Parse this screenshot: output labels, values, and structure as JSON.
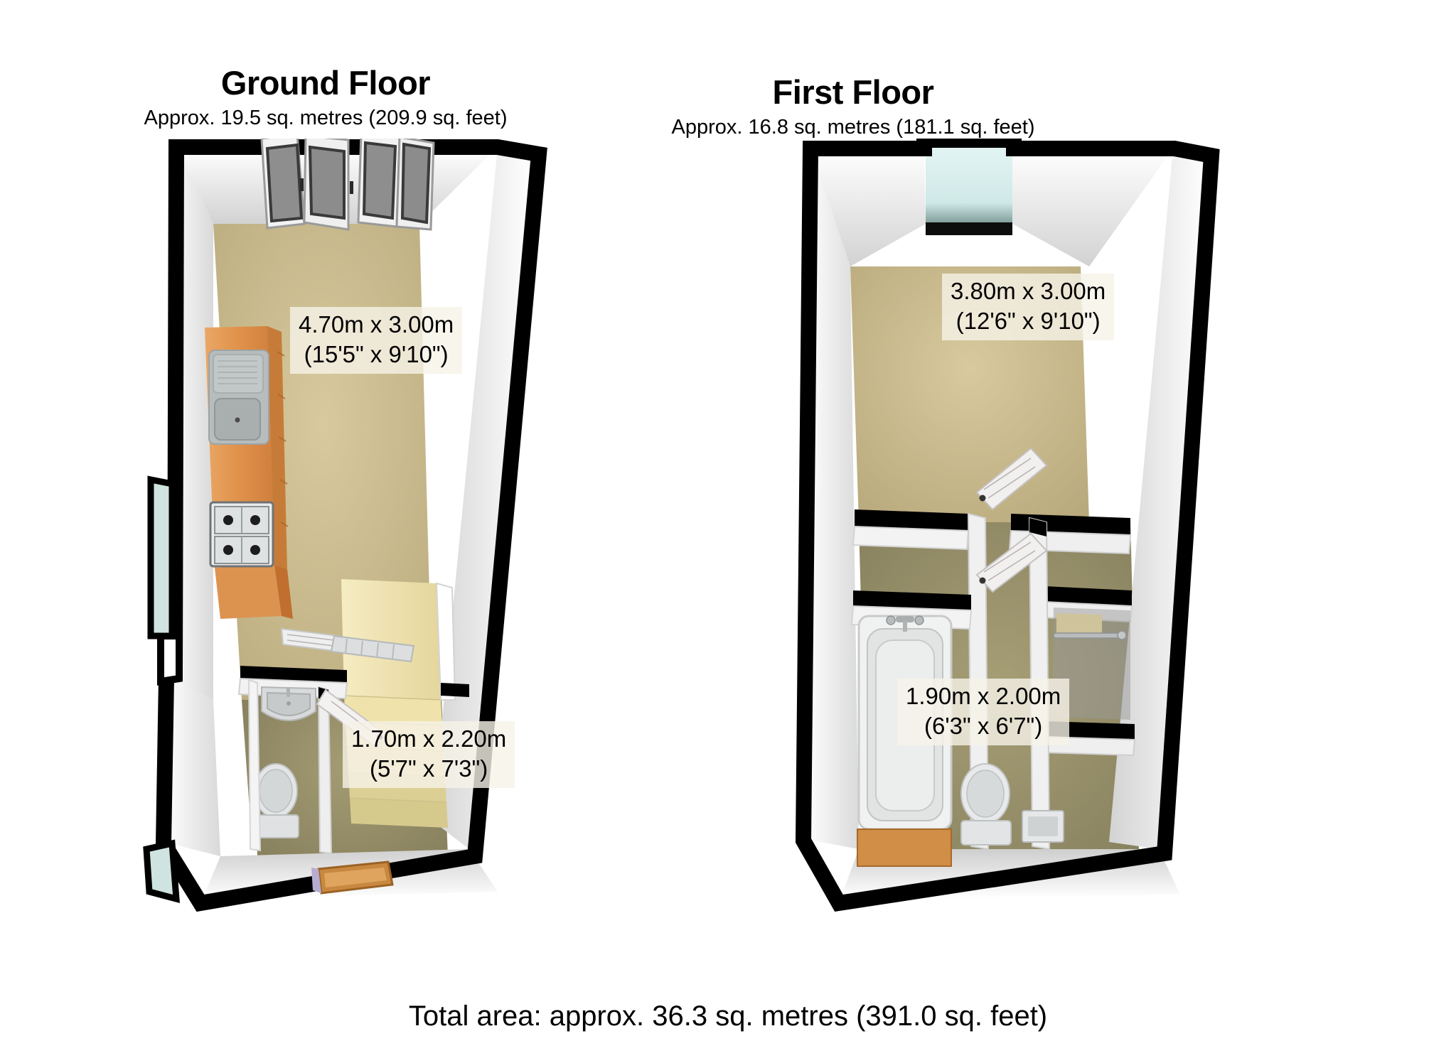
{
  "document": {
    "type": "floor-plan",
    "total_area_label": "Total area: approx. 36.3 sq. metres (391.0 sq. feet)"
  },
  "floors": [
    {
      "id": "ground",
      "title": "Ground Floor",
      "area_label": "Approx. 19.5 sq. metres (209.9 sq. feet)",
      "area_sq_metres": "19.5",
      "area_sq_feet": "209.9",
      "rooms": [
        {
          "id": "living-kitchen",
          "dim_metric": "4.70m x 3.00m",
          "dim_imperial": "(15'5\" x 9'10\")",
          "fixtures": [
            "french-doors",
            "kitchen-counter",
            "sink",
            "gas-hob",
            "staircase"
          ]
        },
        {
          "id": "hall-wc",
          "dim_metric": "1.70m x 2.20m",
          "dim_imperial": "(5'7\" x 7'3\")",
          "fixtures": [
            "wash-basin",
            "toilet",
            "door",
            "radiator",
            "front-door"
          ]
        }
      ]
    },
    {
      "id": "first",
      "title": "First Floor",
      "area_label": "Approx. 16.8 sq. metres (181.1 sq. feet)",
      "area_sq_metres": "16.8",
      "area_sq_feet": "181.1",
      "rooms": [
        {
          "id": "bedroom",
          "dim_metric": "3.80m x 3.00m",
          "dim_imperial": "(12'6\" x 9'10\")",
          "fixtures": [
            "window"
          ]
        },
        {
          "id": "bathroom",
          "dim_metric": "1.90m x 2.00m",
          "dim_imperial": "(6'3\" x 6'7\")",
          "fixtures": [
            "bath-tub",
            "toilet",
            "vanity-unit",
            "door"
          ]
        },
        {
          "id": "airing-cupboard",
          "dim_metric": "",
          "dim_imperial": "",
          "fixtures": [
            "hanging-rail"
          ]
        }
      ]
    }
  ],
  "colors": {
    "wall_outline": "#000000",
    "wall_face": "#ffffff",
    "wall_shade": "#c9c9c9",
    "floor_carpet": "#cfc093",
    "floor_carpet_dark": "#8f8a6a",
    "stairs": "#f2e6b4",
    "counter_wood": "#e39a55",
    "sink_grey": "#b9bdbe",
    "window_glass": "#d8f0ef",
    "door_panel": "#8d8d8d",
    "label_background": "#f6f3e8",
    "text": "#000000"
  }
}
